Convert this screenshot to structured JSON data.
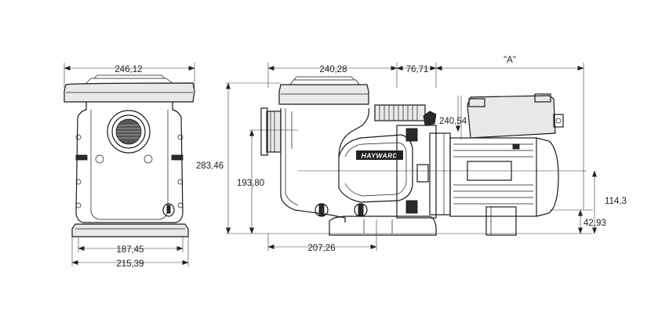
{
  "dimensions": {
    "front_top_width": "246,12",
    "front_base_inner_width": "187,45",
    "front_base_outer_width": "215,39",
    "side_body_length": "240,28",
    "side_motor_offset": "76,71",
    "side_motor_length": "\"A\"",
    "side_total_height": "283,46",
    "side_inlet_height": "193,80",
    "side_motor_height": "240,54",
    "side_base_length": "207,26",
    "side_axis_height": "114,3",
    "side_foot_height": "42,93"
  },
  "brand": "HAYWARD",
  "colors": {
    "line": "#1a1a1a",
    "shade": "#e9e9e9",
    "dark": "#2a2a2a"
  }
}
